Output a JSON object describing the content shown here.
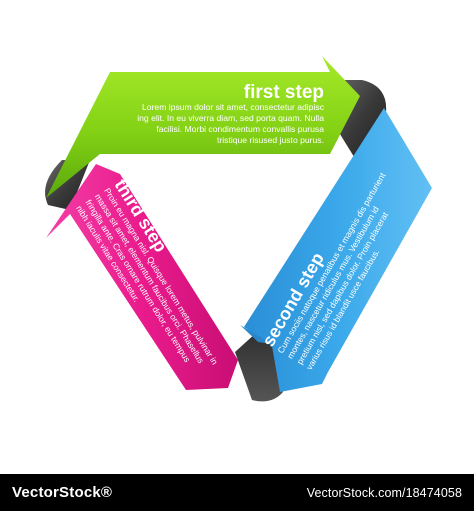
{
  "steps": {
    "first": {
      "title": "first step",
      "lines": [
        "Lorem ipsum dolor sit amet, consectetur adipisc",
        "ing elit. In eu viverra diam, sed porta quam. Nulla",
        "facilisi. Morbi condimentum convallis purusa",
        "tristique risused justo purus."
      ],
      "color": "#8cd61c"
    },
    "second": {
      "title": "second step",
      "lines": [
        "Cum sociis natoque penatibus et magnis dis parturient",
        "montes, nascetur ridiculus mus. Vestibulum id",
        "pretium nisl, sed dapibus dolor. Proin placerat",
        "varius risus id blandit usce faucibus."
      ],
      "color": "#3aa6e6"
    },
    "third": {
      "title": "third step",
      "lines": [
        "Proin eu magna nisl. Quisque lorem metus, pulvinar in",
        "massa sit amet, elementum faucibus orci. Phasellus",
        "fringilla ante. Cras ornare rutrum dolor, eu tempus",
        "nibh iaculis vitae consectetur."
      ],
      "color": "#ec1b8e"
    }
  },
  "footer": {
    "brand": "VectorStock®",
    "url": "VectorStock.com/18474058"
  }
}
